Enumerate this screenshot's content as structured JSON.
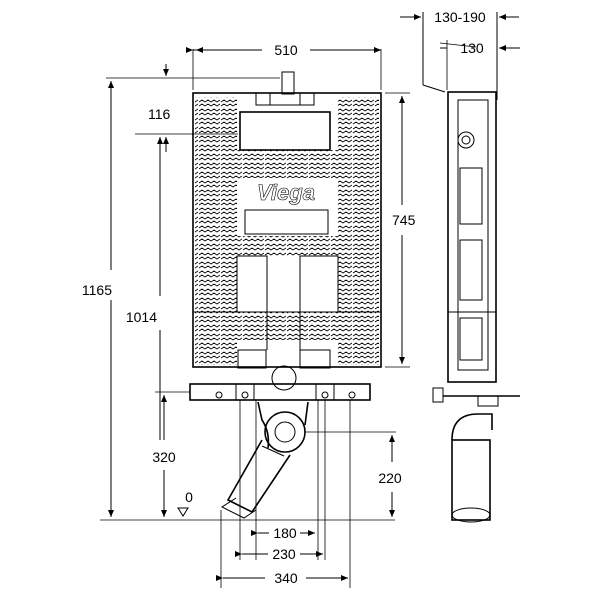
{
  "dimensions": {
    "width_510": "510",
    "d_130_190": "130-190",
    "d_130": "130",
    "d_116": "116",
    "d_745": "745",
    "d_1165": "1165",
    "d_1014": "1014",
    "d_320": "320",
    "d_220": "220",
    "d_180": "180",
    "d_230": "230",
    "d_340": "340",
    "d_0": "0"
  },
  "brand": {
    "logo_text": "Viega"
  }
}
